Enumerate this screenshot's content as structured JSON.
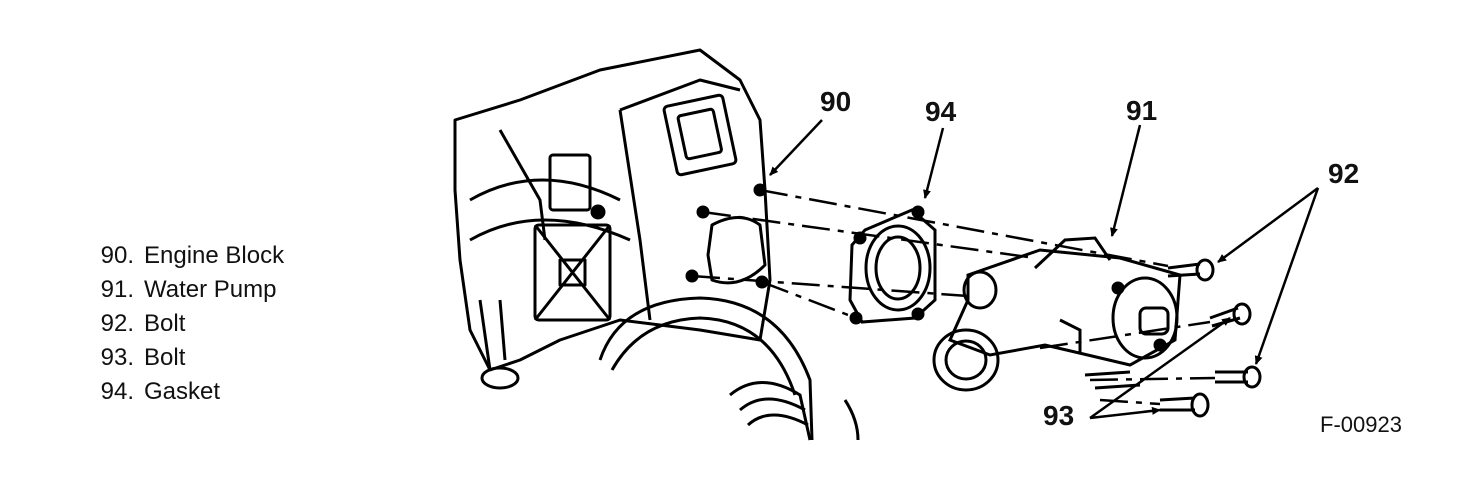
{
  "legend": [
    {
      "number": "90.",
      "label": "Engine Block"
    },
    {
      "number": "91.",
      "label": "Water Pump"
    },
    {
      "number": "92.",
      "label": "Bolt"
    },
    {
      "number": "93.",
      "label": "Bolt"
    },
    {
      "number": "94.",
      "label": "Gasket"
    }
  ],
  "callouts": {
    "engine_block": "90",
    "gasket": "94",
    "water_pump": "91",
    "bolt_92": "92",
    "bolt_93": "93"
  },
  "figure_code": "F-00923"
}
